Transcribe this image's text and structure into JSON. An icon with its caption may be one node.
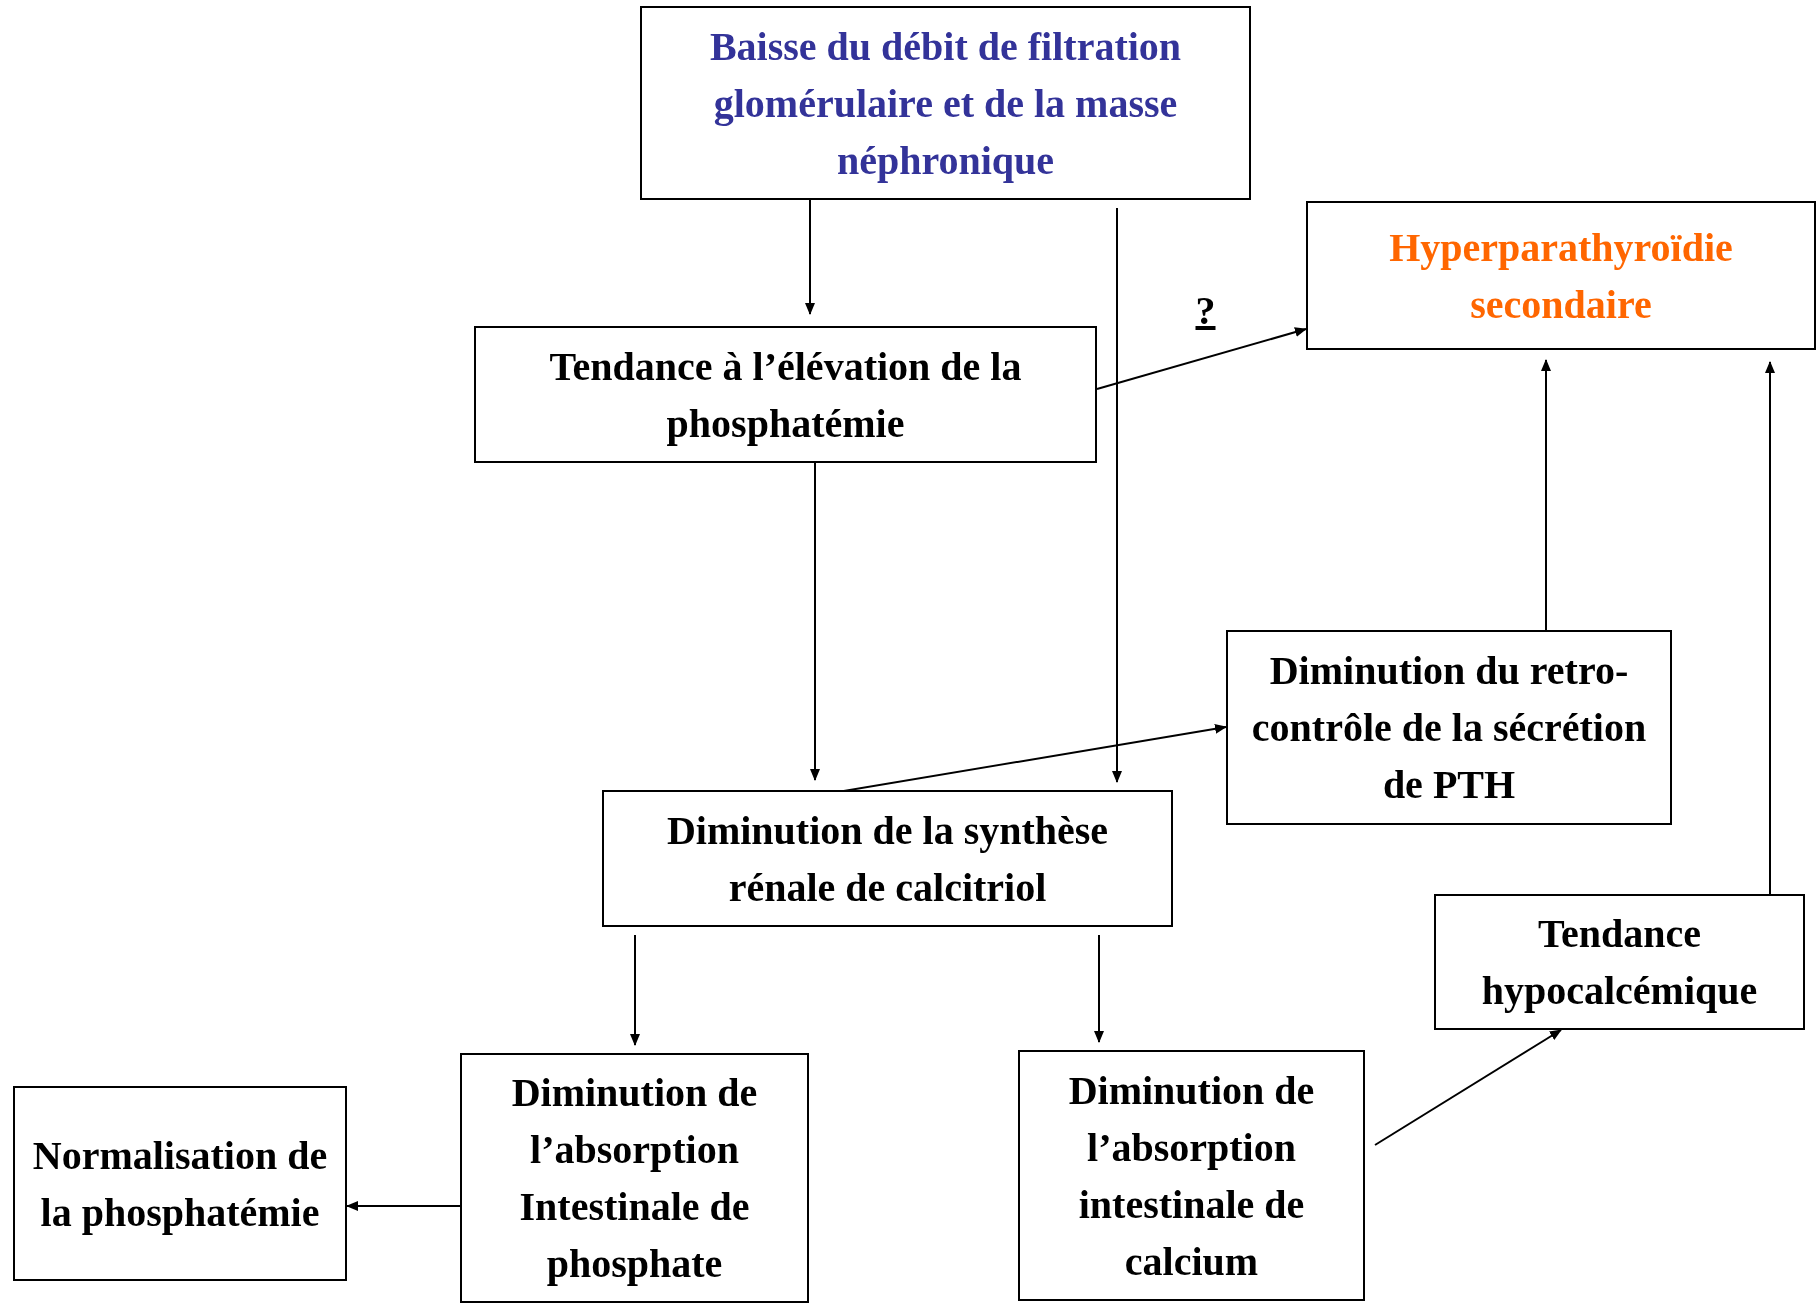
{
  "diagram": {
    "nodes": [
      {
        "text": [
          "Baisse du débit de filtration glomérulaire et de la masse néphronique"
        ]
      },
      {
        "text": [
          "Hyperparathyroïdie secondaire"
        ]
      },
      {
        "text": [
          "Tendance à l’élévation de la phosphatémie"
        ]
      },
      {
        "text": [
          "Diminution du retro-contrôle de la sécrétion de PTH"
        ]
      },
      {
        "text": [
          "Diminution de la synthèse rénale de calcitriol"
        ]
      },
      {
        "text": [
          "Tendance hypocalcémique"
        ]
      },
      {
        "text": [
          "Normalisation de la phosphatémie"
        ]
      },
      {
        "text": [
          "Diminution de l’absorption Intestinale de phosphate"
        ]
      },
      {
        "text": [
          "Diminution de l’absorption intestinale de calcium"
        ]
      }
    ],
    "edges": [
      {
        "from": 0,
        "to": 2,
        "arrow": "to"
      },
      {
        "from": 0,
        "to": 4,
        "arrow": "to"
      },
      {
        "from": 2,
        "to": 1,
        "arrow": "to",
        "label": "?"
      },
      {
        "from": 2,
        "to": 4,
        "arrow": "to"
      },
      {
        "from": 4,
        "to": 3,
        "arrow": "to"
      },
      {
        "from": 3,
        "to": 1,
        "arrow": "to"
      },
      {
        "from": 5,
        "to": 1,
        "arrow": "to"
      },
      {
        "from": 4,
        "to": 7,
        "arrow": "to"
      },
      {
        "from": 4,
        "to": 8,
        "arrow": "to"
      },
      {
        "from": 7,
        "to": 6,
        "arrow": "to"
      },
      {
        "from": 8,
        "to": 5,
        "arrow": "to"
      }
    ]
  }
}
